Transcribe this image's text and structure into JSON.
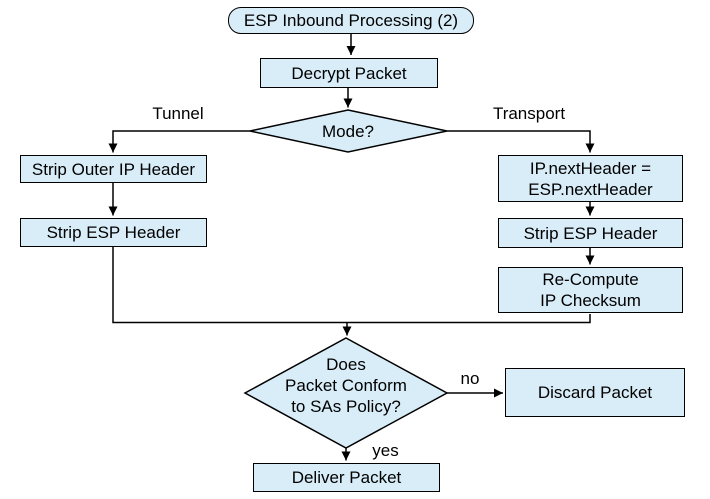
{
  "diagram": {
    "type": "flowchart",
    "nodes": {
      "start": "ESP Inbound Processing (2)",
      "decrypt": "Decrypt Packet",
      "mode": "Mode?",
      "strip_outer": "Strip Outer IP Header",
      "strip_esp_left": "Strip ESP Header",
      "ip_next": "IP.nextHeader =\nESP.nextHeader",
      "strip_esp_right": "Strip ESP Header",
      "recompute": "Re-Compute\nIP Checksum",
      "conform": "Does\nPacket Conform\nto SAs Policy?",
      "discard": "Discard Packet",
      "deliver": "Deliver Packet"
    },
    "edge_labels": {
      "tunnel": "Tunnel",
      "transport": "Transport",
      "no": "no",
      "yes": "yes"
    }
  },
  "colors": {
    "page-bg": "#ffffff",
    "node-fill": "#d9edf8",
    "line-color": "#000000"
  }
}
